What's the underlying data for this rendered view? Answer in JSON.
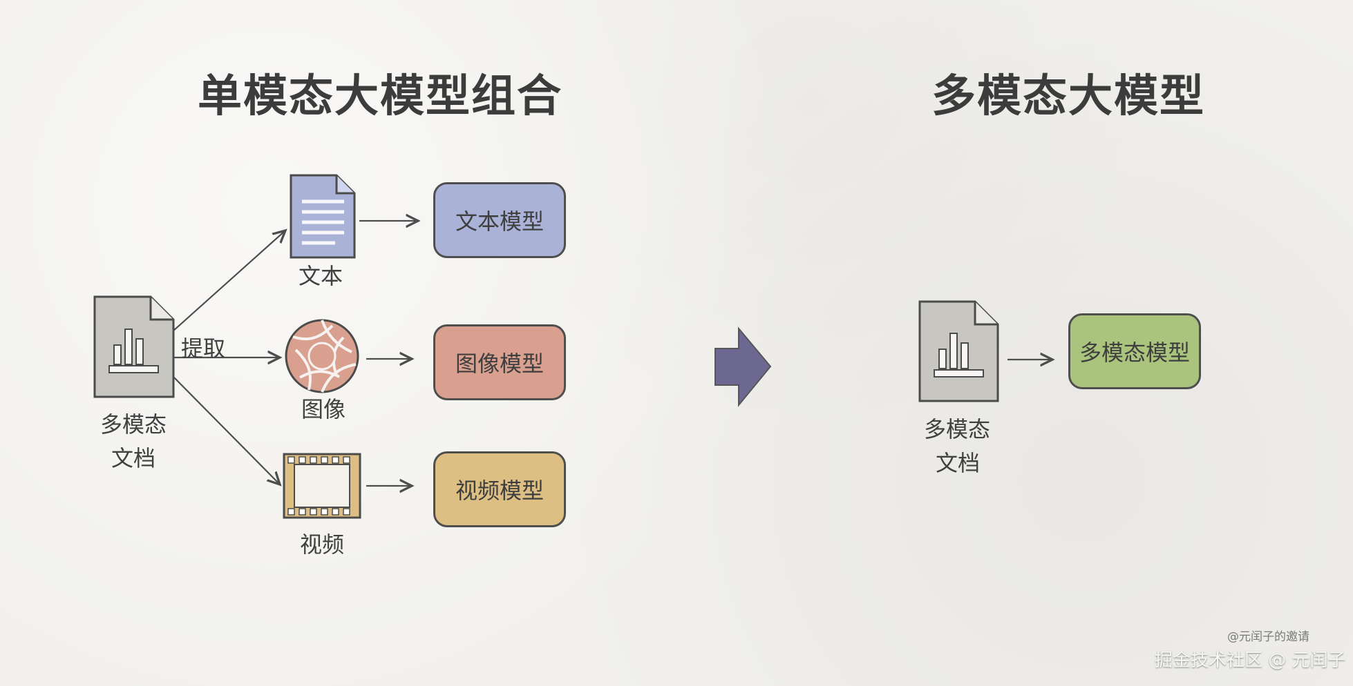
{
  "titles": {
    "left": "单模态大模型组合",
    "right": "多模态大模型"
  },
  "left": {
    "document_label_line1": "多模态",
    "document_label_line2": "文档",
    "extract_label": "提取",
    "text_label": "文本",
    "image_label": "图像",
    "video_label": "视频",
    "text_model": "文本模型",
    "image_model": "图像模型",
    "video_model": "视频模型"
  },
  "right": {
    "document_label_line1": "多模态",
    "document_label_line2": "文档",
    "model": "多模态模型"
  },
  "watermarks": {
    "small": "@元闰子的邀请",
    "main": "掘金技术社区 @ 元闰子"
  },
  "icons": {
    "document": "document-chart-icon",
    "text": "text-document-icon",
    "image": "camera-aperture-icon",
    "video": "film-strip-icon",
    "transition": "right-arrow-icon"
  },
  "colors": {
    "background": "#f1f0ec",
    "text_model": "#aab3d7",
    "image_model": "#d9a08f",
    "video_model": "#ddbf84",
    "multimodal_model": "#aac47d",
    "arrow": "#6d6891",
    "document": "#c8c6c1"
  }
}
